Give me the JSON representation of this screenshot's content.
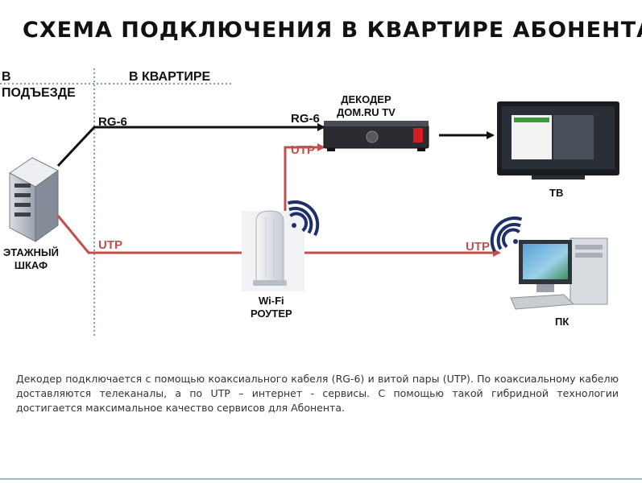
{
  "title": "СХЕМА ПОДКЛЮЧЕНИЯ  В КВАРТИРЕ АБОНЕНТА",
  "zones": {
    "entrance": "В\nПОДЪЕЗДЕ",
    "apartment": "В КВАРТИРЕ"
  },
  "cables": {
    "rg6_left": "RG-6",
    "rg6_right": "RG-6",
    "utp_decoder": "UTP",
    "utp_left": "UTP",
    "utp_right": "UTP"
  },
  "devices": {
    "decoder": "ДЕКОДЕР\nДОМ.RU TV",
    "tv": "ТВ",
    "cabinet": "ЭТАЖНЫЙ\nШКАФ",
    "router": "Wi-Fi\nРОУТЕР",
    "pc": "ПК"
  },
  "description": "Декодер подключается с помощью коаксиального кабеля (RG-6) и витой пары (UTP). По коаксиальному кабелю доставляются телеканалы, а по UTP – интернет - сервисы. С помощью такой гибридной технологии достигается максимальное качество сервисов для Абонента.",
  "colors": {
    "coax": "#111111",
    "utp": "#c0504d",
    "divider": "#7f9fc0",
    "wifi": "#1f2f6e"
  }
}
